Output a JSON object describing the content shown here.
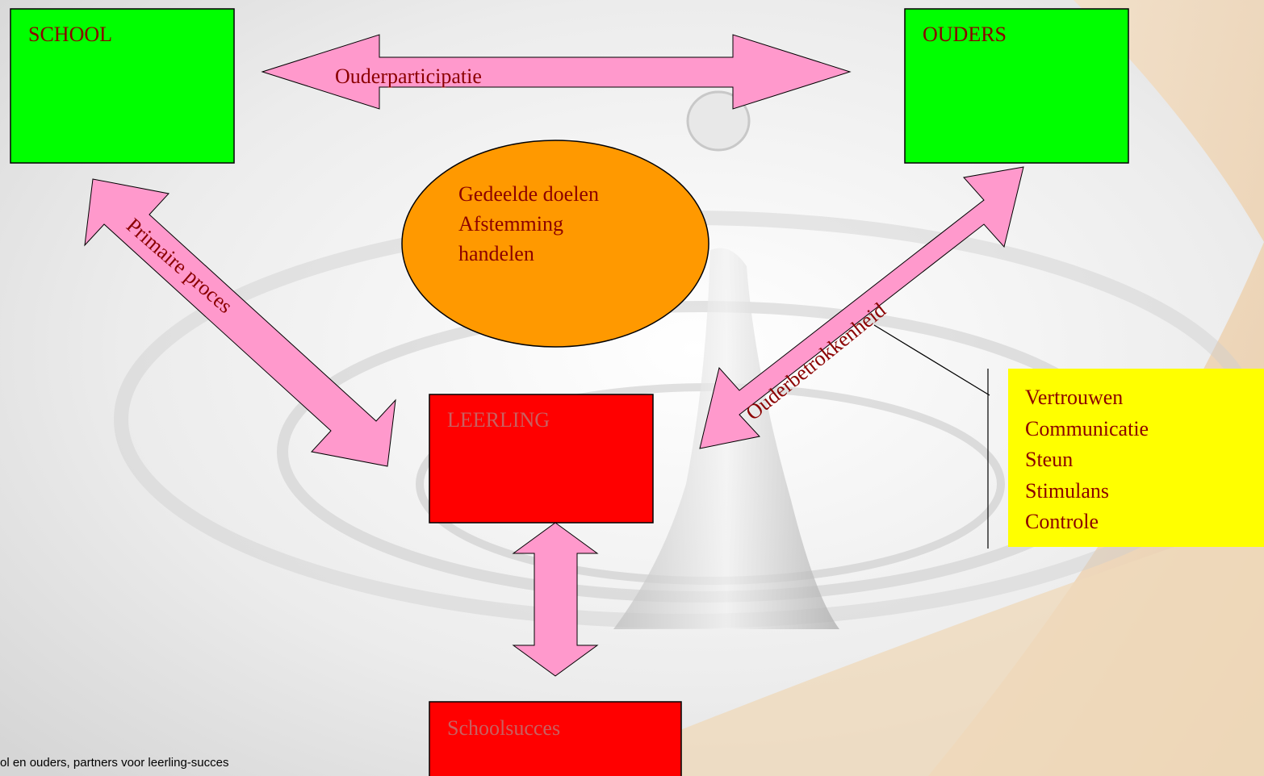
{
  "nodes": {
    "school": "SCHOOL",
    "ouders": "OUDERS",
    "leerling": "LEERLING",
    "schoolsucces": "Schoolsucces"
  },
  "arrows": {
    "top": "Ouderparticipatie",
    "left": "Primaire proces",
    "right": "Ouderbetrokkenheid"
  },
  "center": [
    "Gedeelde doelen",
    "Afstemming",
    "handelen"
  ],
  "aspects": [
    "Vertrouwen",
    "Communicatie",
    "Steun",
    "Stimulans",
    "Controle"
  ],
  "footer": "ol en ouders, partners voor leerling-succes",
  "colors": {
    "box_green": "#00ff00",
    "box_red": "#ff0000",
    "ellipse": "#ff9900",
    "arrow": "#ff99cc",
    "aspect_box": "#ffff00",
    "text": "#8b0000"
  }
}
